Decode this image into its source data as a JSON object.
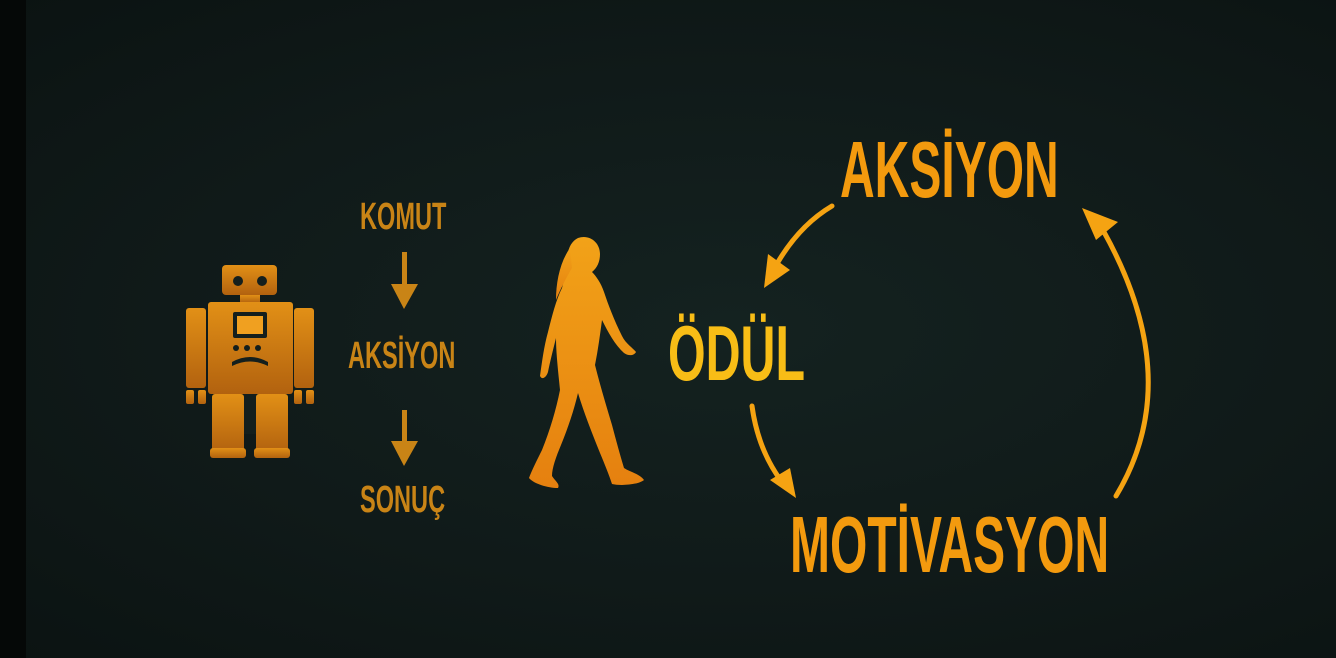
{
  "diagram": {
    "colors": {
      "background": "#101a19",
      "robot_gradient_top": "#e29016",
      "robot_gradient_bottom": "#b2620f",
      "small_text": "#c98416",
      "big_text": "#f39a0e",
      "odul_text": "#f8bd16",
      "arrow": "#f5a312"
    },
    "left_flow": {
      "steps": [
        "KOMUT",
        "AKSİYON",
        "SONUÇ"
      ]
    },
    "icons": [
      "robot-icon",
      "walking-woman-icon",
      "arrow-down-icon"
    ],
    "cycle": {
      "top": "AKSİYON",
      "center": "ÖDÜL",
      "bottom": "MOTİVASYON"
    }
  }
}
